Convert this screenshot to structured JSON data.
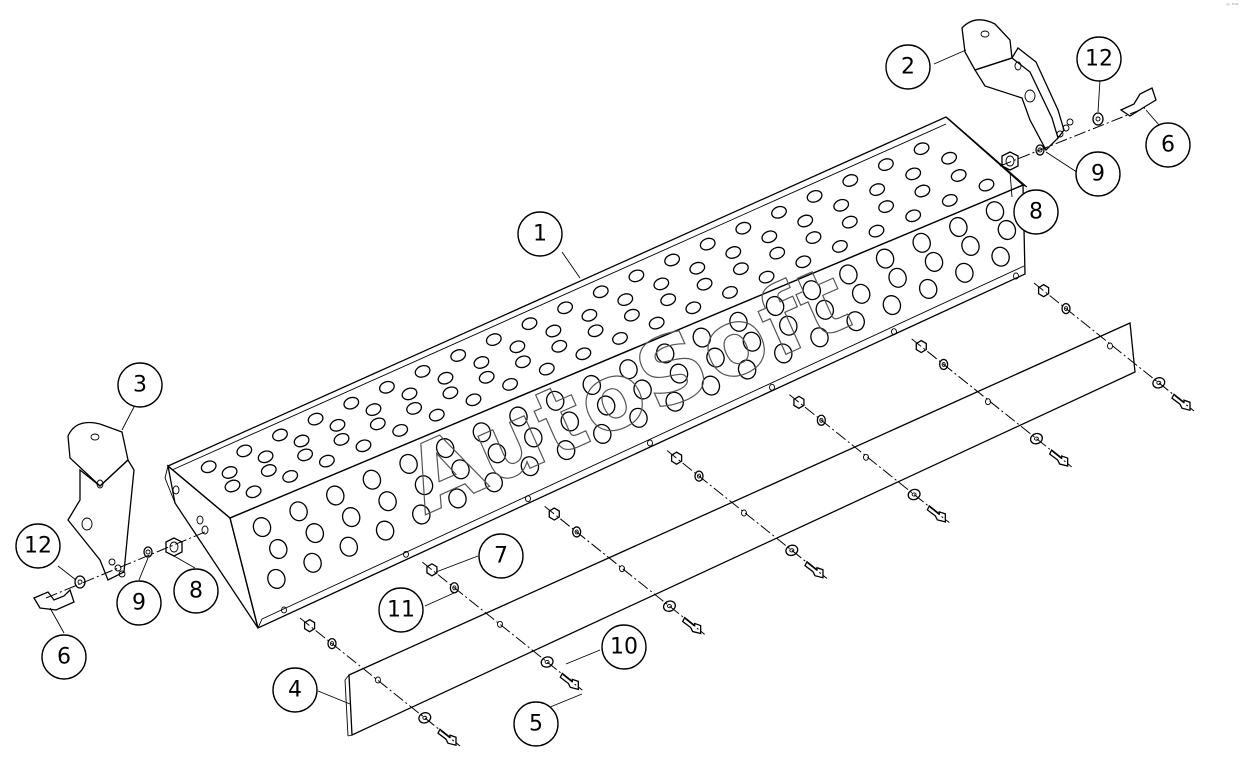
{
  "diagram": {
    "watermark": "AutoSoft",
    "corner_mark": "ᵃᵖ ᴿᴬᴺ",
    "callouts": [
      "1",
      "2",
      "3",
      "4",
      "5",
      "6",
      "6",
      "7",
      "8",
      "8",
      "9",
      "9",
      "10",
      "11",
      "12",
      "12"
    ]
  },
  "colors": {
    "line": "#000000",
    "background": "#ffffff",
    "watermark": "#555555"
  }
}
